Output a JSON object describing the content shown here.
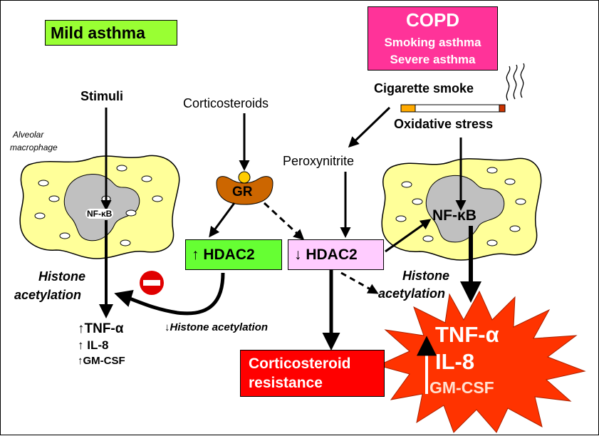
{
  "mild_asthma": "Mild asthma",
  "copd": {
    "title": "COPD",
    "line1": "Smoking asthma",
    "line2": "Severe asthma"
  },
  "stimuli": "Stimuli",
  "corticosteroids": "Corticosteroids",
  "cigarette_smoke": "Cigarette smoke",
  "oxidative_stress": "Oxidative stress",
  "peroxynitrite": "Peroxynitrite",
  "alveolar_macrophage": {
    "line1": "Alveolar",
    "line2": "macrophage"
  },
  "nfkb_left": "NF-κB",
  "nfkb_right": "NF-κB",
  "gr": "GR",
  "hdac2_up": "↑ HDAC2",
  "hdac2_down": "↓ HDAC2",
  "histone_left": {
    "line1": "Histone",
    "line2": "acetylation"
  },
  "histone_right": {
    "line1": "Histone",
    "line2": "acetylation"
  },
  "histone_decrease": "↓Histone acetylation",
  "cytokines_left": [
    "↑TNF-α",
    "↑ IL-8",
    "↑GM-CSF"
  ],
  "cortico_resistance": {
    "line1": "Corticosteroid",
    "line2": "resistance"
  },
  "burst": {
    "tnf": "TNF-α",
    "il8": "IL-8",
    "gmcsf": "GM-CSF"
  },
  "colors": {
    "mild_box": "#99FF33",
    "copd_box": "#FF3399",
    "macrophage": "#FFFF99",
    "nucleus": "#C0C0C0",
    "gr": "#CC6600",
    "hdac_up_box": "#66FF33",
    "hdac_down_box": "#FFCCFF",
    "resistance_box": "#FF0000",
    "burst": "#FF3300"
  }
}
